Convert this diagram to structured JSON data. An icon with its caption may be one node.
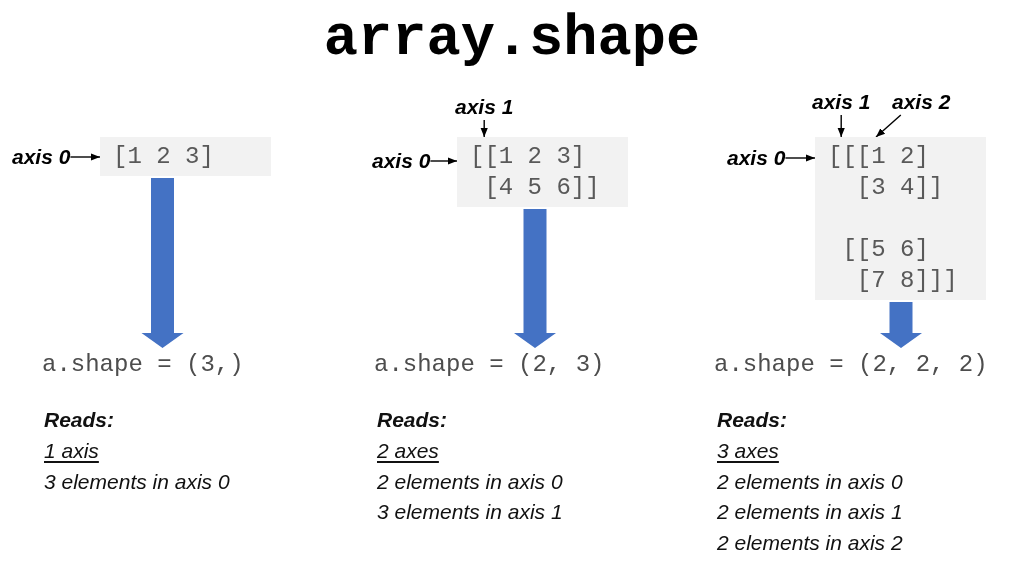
{
  "diagram": {
    "title": "array.shape",
    "nodes": [
      {
        "text": [
          "axis 0"
        ]
      },
      {
        "text": [
          "[1 2 3]"
        ]
      },
      {
        "text": [
          "a.shape = (3,)"
        ]
      },
      {
        "text": [
          "axis 1"
        ]
      },
      {
        "text": [
          "axis 0"
        ]
      },
      {
        "text": [
          "[[1 2 3] [4 5 6]]"
        ]
      },
      {
        "text": [
          "a.shape = (2, 3)"
        ]
      },
      {
        "text": [
          "axis 1"
        ]
      },
      {
        "text": [
          "axis 2"
        ]
      },
      {
        "text": [
          "axis 0"
        ]
      },
      {
        "text": [
          "[[[1 2] [3 4]] [[5 6] [7 8]]]"
        ]
      },
      {
        "text": [
          "a.shape = (2, 2, 2)"
        ]
      }
    ],
    "edges": [
      {
        "from": 0,
        "to": 1,
        "arrow": "to"
      },
      {
        "from": 1,
        "to": 2,
        "arrow": "to",
        "style": "thick",
        "color": "#4472c4"
      },
      {
        "from": 3,
        "to": 5,
        "arrow": "to"
      },
      {
        "from": 4,
        "to": 5,
        "arrow": "to"
      },
      {
        "from": 5,
        "to": 6,
        "arrow": "to",
        "style": "thick",
        "color": "#4472c4"
      },
      {
        "from": 7,
        "to": 10,
        "arrow": "to"
      },
      {
        "from": 8,
        "to": 10,
        "arrow": "to"
      },
      {
        "from": 9,
        "to": 10,
        "arrow": "to"
      },
      {
        "from": 10,
        "to": 11,
        "arrow": "to",
        "style": "thick",
        "color": "#4472c4"
      }
    ],
    "labels": [
      "Reads:",
      "1 axis",
      "3 elements in axis 0",
      "Reads:",
      "2 axes",
      "2 elements in axis 0",
      "3 elements in axis 1",
      "Reads:",
      "3 axes",
      "2 elements in axis 0",
      "2 elements in axis 1",
      "2 elements in axis 2"
    ]
  }
}
